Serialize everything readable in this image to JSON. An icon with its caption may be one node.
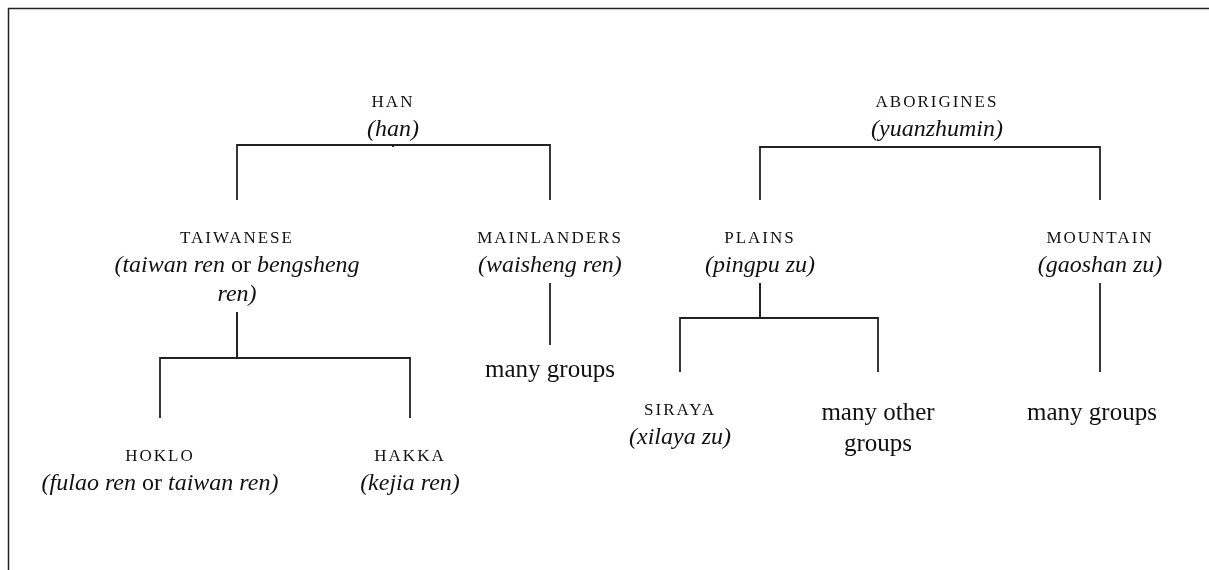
{
  "diagram": {
    "nodes": [
      {
        "text": [
          "HAN",
          "(han)"
        ]
      },
      {
        "text": [
          "ABORIGINES",
          "(yuanzhumin)"
        ]
      },
      {
        "text": [
          "TAIWANESE",
          "*(taiwan ren* or *bengsheng ren)*"
        ]
      },
      {
        "text": [
          "MAINLANDERS",
          "(waisheng ren)"
        ]
      },
      {
        "text": [
          "PLAINS",
          "(pingpu zu)"
        ]
      },
      {
        "text": [
          "MOUNTAIN",
          "(gaoshan zu)"
        ]
      },
      {
        "text": [
          "HOKLO",
          "*(fulao ren* or *taiwan ren)*"
        ]
      },
      {
        "text": [
          "HAKKA",
          "(kejia ren)"
        ]
      },
      {
        "text": [
          "many groups"
        ]
      },
      {
        "text": [
          "SIRAYA",
          "(xilaya zu)"
        ]
      },
      {
        "text": [
          "many other groups"
        ]
      },
      {
        "text": [
          "many groups"
        ]
      }
    ],
    "edges": [
      {
        "from": 0,
        "to": 2,
        "arrow": "none"
      },
      {
        "from": 0,
        "to": 3,
        "arrow": "none"
      },
      {
        "from": 1,
        "to": 4,
        "arrow": "none"
      },
      {
        "from": 1,
        "to": 5,
        "arrow": "none"
      },
      {
        "from": 2,
        "to": 6,
        "arrow": "none"
      },
      {
        "from": 2,
        "to": 7,
        "arrow": "none"
      },
      {
        "from": 3,
        "to": 8,
        "arrow": "none"
      },
      {
        "from": 4,
        "to": 9,
        "arrow": "none"
      },
      {
        "from": 4,
        "to": 10,
        "arrow": "none"
      },
      {
        "from": 5,
        "to": 11,
        "arrow": "none"
      }
    ]
  }
}
